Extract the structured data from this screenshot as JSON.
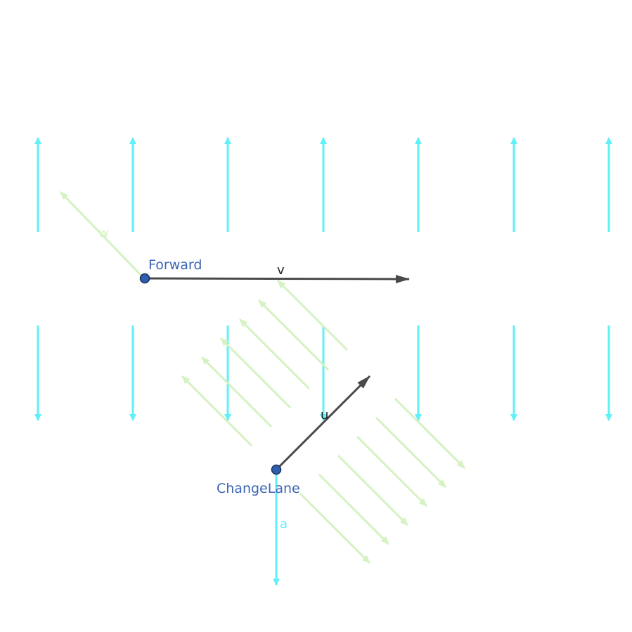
{
  "colors": {
    "background": "#ffffff",
    "cyan": "#5ef1f8",
    "green": "#d5f2c2",
    "dark": "#4a4a4a",
    "point_fill": "#2e5fae",
    "point_label": "#3a64b4"
  },
  "points": {
    "forward": {
      "label": "Forward"
    },
    "changelane": {
      "label": "ChangeLane"
    }
  },
  "vectors": {
    "v": {
      "label": "v"
    },
    "u": {
      "label": "u"
    },
    "w": {
      "label": "w"
    },
    "a": {
      "label": "a"
    }
  }
}
